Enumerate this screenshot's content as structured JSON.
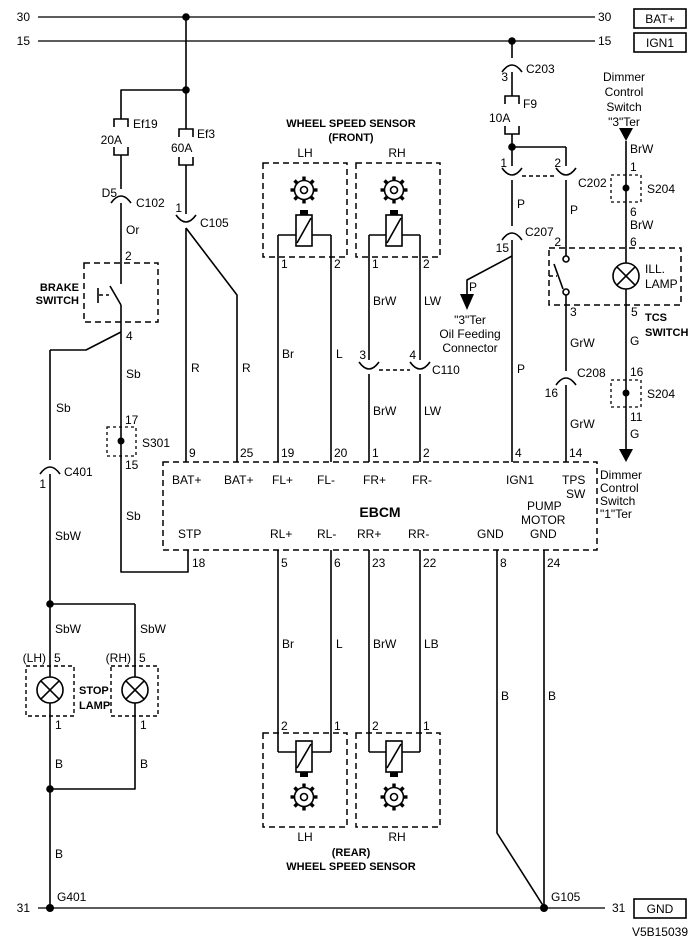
{
  "nets": {
    "n30": "30",
    "n15": "15",
    "n31": "31",
    "bat": "BAT+",
    "ign1": "IGN1",
    "gnd": "GND"
  },
  "doc": {
    "code": "V5B15039"
  },
  "grounds": {
    "g401": "G401",
    "g105": "G105"
  },
  "fuses": {
    "ef19": {
      "name": "Ef19",
      "rating": "20A"
    },
    "ef3": {
      "name": "Ef3",
      "rating": "60A"
    },
    "f9": {
      "name": "F9",
      "rating": "10A"
    }
  },
  "connectors": {
    "c102": {
      "name": "C102",
      "pin": "D5"
    },
    "c105": {
      "name": "C105",
      "pin": "1"
    },
    "c203": {
      "name": "C203",
      "pin": "3"
    },
    "c202": {
      "name": "C202",
      "pin1": "1",
      "pin2": "2"
    },
    "c207": {
      "name": "C207",
      "pin": "15"
    },
    "c110": {
      "name": "C110",
      "pin3": "3",
      "pin4": "4"
    },
    "c208": {
      "name": "C208",
      "pin": "16"
    },
    "c401": {
      "name": "C401",
      "pin": "1"
    }
  },
  "splices": {
    "s301": {
      "name": "S301",
      "pin_top": "17",
      "pin_bottom": "15"
    },
    "s204a": {
      "name": "S204",
      "pin_top": "1",
      "pin_bottom": "6"
    },
    "s204b": {
      "name": "S204",
      "pin_top": "16",
      "pin_bottom": "11"
    }
  },
  "wire_colors": {
    "or": "Or",
    "sb": "Sb",
    "sbw": "SbW",
    "b": "B",
    "r": "R",
    "br": "Br",
    "l": "L",
    "brw": "BrW",
    "lw": "LW",
    "lb": "LB",
    "p": "P",
    "grw": "GrW",
    "g": "G"
  },
  "brake_switch": {
    "name1": "BRAKE",
    "name2": "SWITCH",
    "pin_top": "2",
    "pin_bottom": "4"
  },
  "wss_front": {
    "title1": "WHEEL SPEED SENSOR",
    "title2": "(FRONT)",
    "lh": "LH",
    "rh": "RH",
    "pin1": "1",
    "pin2": "2"
  },
  "wss_rear": {
    "title1": "(REAR)",
    "title2": "WHEEL SPEED SENSOR",
    "lh": "LH",
    "rh": "RH",
    "pin1": "1",
    "pin2": "2"
  },
  "stop_lamp": {
    "name1": "STOP",
    "name2": "LAMP",
    "lh": "(LH)",
    "rh": "(RH)",
    "pin_top": "5",
    "pin_bottom": "1"
  },
  "tcs": {
    "ill1": "ILL.",
    "ill2": "LAMP",
    "name1": "TCS",
    "name2": "SWITCH",
    "pin2": "2",
    "pin6": "6",
    "pin3": "3",
    "pin5": "5"
  },
  "dimmer3": {
    "l1": "Dimmer",
    "l2": "Control",
    "l3": "Switch",
    "l4": "\"3\"Ter"
  },
  "dimmer1": {
    "l1": "Dimmer",
    "l2": "Control",
    "l3": "Switch",
    "l4": "\"1\"Ter"
  },
  "oil_feed": {
    "l1": "\"3\"Ter",
    "l2": "Oil Feeding",
    "l3": "Connector"
  },
  "ebcm": {
    "name": "EBCM",
    "pump": [
      "PUMP",
      "MOTOR",
      "GND"
    ],
    "top": [
      {
        "num": "9",
        "label": "BAT+"
      },
      {
        "num": "25",
        "label": "BAT+"
      },
      {
        "num": "19",
        "label": "FL+"
      },
      {
        "num": "20",
        "label": "FL-"
      },
      {
        "num": "1",
        "label": "FR+"
      },
      {
        "num": "2",
        "label": "FR-"
      },
      {
        "num": "4",
        "label": "IGN1"
      },
      {
        "num": "14",
        "label1": "TPS",
        "label2": "SW"
      }
    ],
    "bottom": [
      {
        "num": "18",
        "label": "STP"
      },
      {
        "num": "5",
        "label": "RL+"
      },
      {
        "num": "6",
        "label": "RL-"
      },
      {
        "num": "23",
        "label": "RR+"
      },
      {
        "num": "22",
        "label": "RR-"
      },
      {
        "num": "8",
        "label": "GND"
      },
      {
        "num": "24"
      }
    ]
  }
}
